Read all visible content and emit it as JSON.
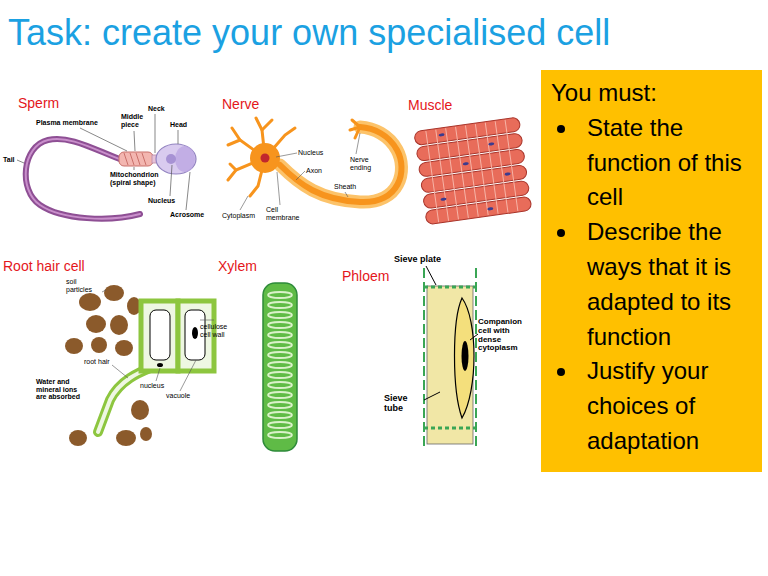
{
  "diagram": {
    "title": "Task: create your own specialised cell",
    "nodes": [
      {
        "text": [
          "You must:",
          "State the function of this cell",
          "Describe the ways that it is adapted to its function",
          "Justify your choices of adaptation"
        ]
      }
    ],
    "labels": [
      "Sperm",
      "Plasma membrane",
      "Neck",
      "Middle piece",
      "Head",
      "Tail",
      "Mitochondrion (spiral shape)",
      "Nucleus",
      "Acrosome",
      "Nerve",
      "Nucleus",
      "Nerve ending",
      "Axon",
      "Sheath",
      "Cytoplasm",
      "Cell membrane",
      "Muscle",
      "Root hair cell",
      "soil particles",
      "cellulose cell wall",
      "root hair",
      "nucleus",
      "vacuole",
      "Water and mineral ions are absorbed",
      "Xylem",
      "Phloem",
      "Sieve plate",
      "Companion cell with dense cytoplasm",
      "Sieve tube"
    ]
  }
}
